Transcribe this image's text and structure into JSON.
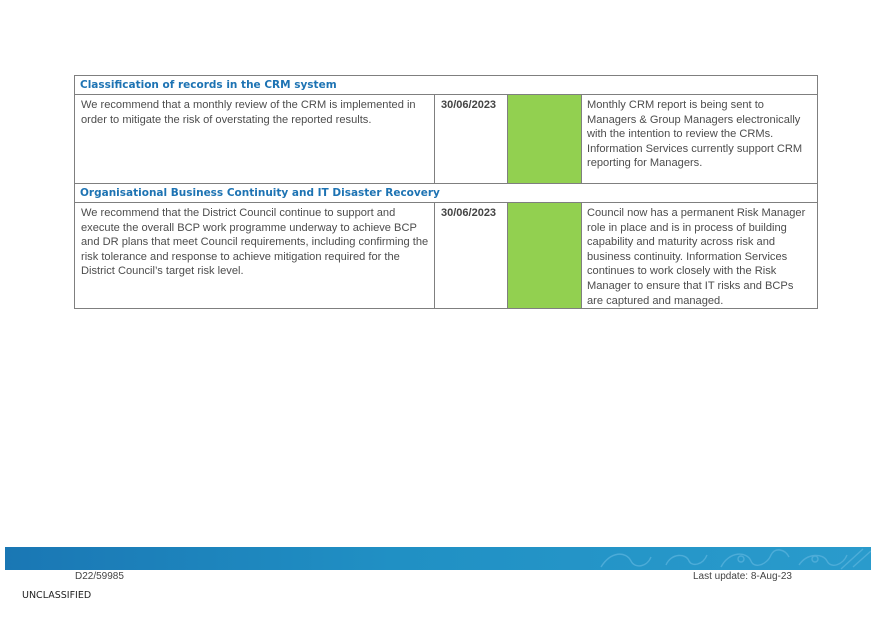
{
  "table": {
    "sections": [
      {
        "heading": "Classification of records in the CRM system",
        "recommendation": "We recommend that a monthly review of the CRM is implemented in order to mitigate the risk of overstating the reported results.",
        "date": "30/06/2023",
        "status_color": "#92d050",
        "comment": "Monthly CRM report is being sent to Managers & Group Managers electronically with the intention to review the CRMs. Information Services currently support CRM reporting for Managers."
      },
      {
        "heading": "Organisational Business Continuity and IT Disaster Recovery",
        "recommendation": "We recommend that the District Council continue to support and execute the overall BCP work programme underway to achieve BCP and DR plans that meet Council requirements, including confirming the risk tolerance and response to achieve mitigation required for the District Council’s target risk level.",
        "date": "30/06/2023",
        "status_color": "#92d050",
        "comment": "Council now has a permanent Risk Manager role in place and is in process of building capability and maturity across risk and business continuity. Information Services continues to work closely with the Risk Manager to ensure that IT risks and BCPs are captured and managed."
      }
    ]
  },
  "footer": {
    "doc_id": "D22/59985",
    "last_update": "Last update: 8-Aug-23",
    "classification": "UNCLASSIFIED",
    "band_color": "#1a77b4"
  }
}
